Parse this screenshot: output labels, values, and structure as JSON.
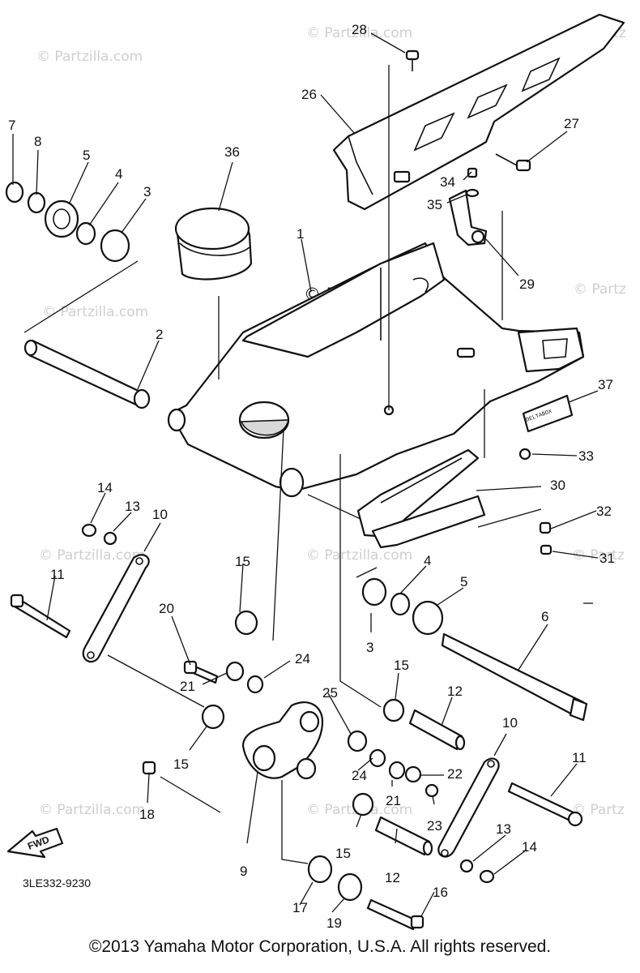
{
  "watermark": "© Partzilla.com",
  "watermark_center": "© Partzilla.com",
  "watermark_partial": "© Partz",
  "drawing_number": "3LE332-9230",
  "fwd_label": "FWD",
  "decal_text": "DELTABOX",
  "copyright": "©2013  Yamaha Motor Corporation, U.S.A. All rights reserved.",
  "callouts": {
    "c1": "1",
    "c2": "2",
    "c3a": "3",
    "c3b": "3",
    "c4a": "4",
    "c4b": "4",
    "c5a": "5",
    "c5b": "5",
    "c6": "6",
    "c7": "7",
    "c8": "8",
    "c9": "9",
    "c10a": "10",
    "c10b": "10",
    "c11a": "11",
    "c11b": "11",
    "c12a": "12",
    "c12b": "12",
    "c13a": "13",
    "c13b": "13",
    "c14a": "14",
    "c14b": "14",
    "c15a": "15",
    "c15b": "15",
    "c15c": "15",
    "c15d": "15",
    "c15e": "15",
    "c16": "16",
    "c17": "17",
    "c18": "18",
    "c19": "19",
    "c20": "20",
    "c21a": "21",
    "c21b": "21",
    "c22": "22",
    "c23": "23",
    "c24a": "24",
    "c24b": "24",
    "c25": "25",
    "c26": "26",
    "c27": "27",
    "c28": "28",
    "c29": "29",
    "c30": "30",
    "c31": "31",
    "c32": "32",
    "c33": "33",
    "c34": "34",
    "c35": "35",
    "c36": "36",
    "c37": "37"
  }
}
